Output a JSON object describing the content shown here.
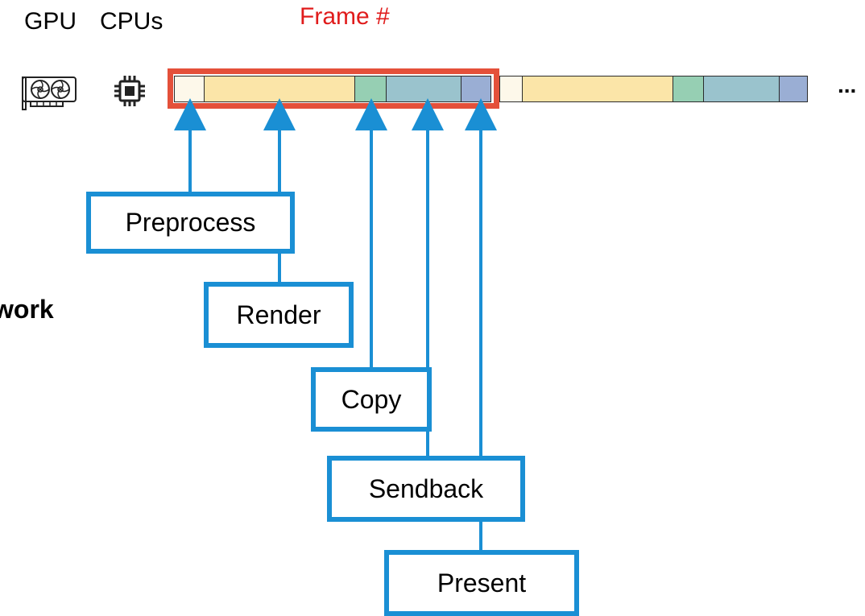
{
  "labels": {
    "gpu": "GPU",
    "cpus": "CPUs",
    "frame": "Frame #",
    "work_fragment": "work",
    "ellipsis": "..."
  },
  "icons": {
    "gpu": "graphics-card-icon",
    "cpu": "processor-chip-icon"
  },
  "stages": {
    "preprocess": "Preprocess",
    "render": "Render",
    "copy": "Copy",
    "sendback": "Sendback",
    "present": "Present"
  },
  "timeline": {
    "segments": [
      {
        "stage": "preprocess",
        "color": "#fdf8ea"
      },
      {
        "stage": "render",
        "color": "#fbe5a8"
      },
      {
        "stage": "copy",
        "color": "#96cfb3"
      },
      {
        "stage": "sendback",
        "color": "#9ac3cd"
      },
      {
        "stage": "present",
        "color": "#9aaed4"
      },
      {
        "stage": "preprocess",
        "color": "#fdf8ea"
      },
      {
        "stage": "render",
        "color": "#fbe5a8"
      },
      {
        "stage": "copy",
        "color": "#96cfb3"
      },
      {
        "stage": "sendback",
        "color": "#9ac3cd"
      },
      {
        "stage": "present",
        "color": "#9aaed4"
      }
    ]
  },
  "colors": {
    "frame_highlight": "#e4503a",
    "frame_label": "#e01b1b",
    "stage_border": "#1a8fd4",
    "arrow": "#1a8fd4"
  }
}
